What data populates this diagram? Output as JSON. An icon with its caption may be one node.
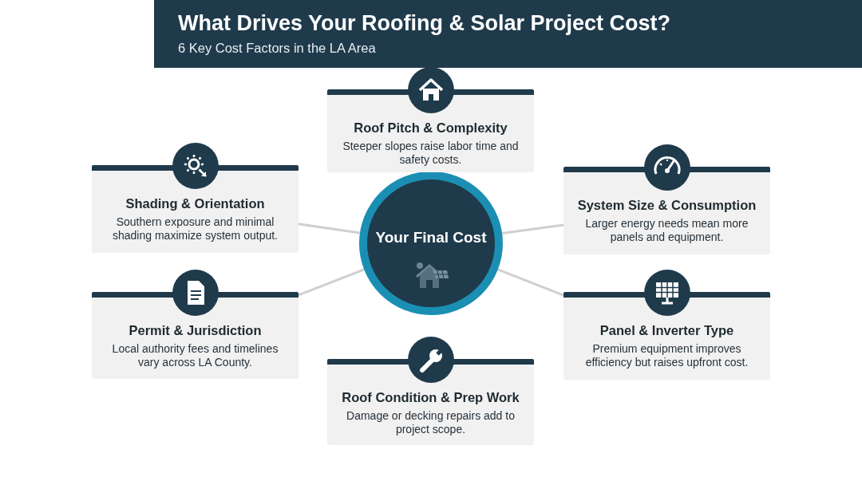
{
  "diagram": {
    "title": "What Drives Your Roofing & Solar Project Cost?",
    "nodes": [
      {
        "text": [
          "Your Final Cost"
        ]
      },
      {
        "text": [
          "Roof Pitch & Complexity",
          "Steeper slopes raise labor time and safety costs."
        ]
      },
      {
        "text": [
          "Shading & Orientation",
          "Southern exposure and minimal shading maximize system output."
        ]
      },
      {
        "text": [
          "System Size & Consumption",
          "Larger energy needs mean more panels and equipment."
        ]
      },
      {
        "text": [
          "Permit & Jurisdiction",
          "Local authority fees and timelines vary across LA County."
        ]
      },
      {
        "text": [
          "Panel & Inverter Type",
          "Premium equipment improves efficiency but raises upfront cost."
        ]
      },
      {
        "text": [
          "Roof Condition & Prep Work",
          "Damage or decking repairs add to project scope."
        ]
      }
    ],
    "edges": [
      {
        "from": 0,
        "to": 2,
        "arrow": "none"
      },
      {
        "from": 0,
        "to": 3,
        "arrow": "none"
      },
      {
        "from": 0,
        "to": 4,
        "arrow": "none"
      },
      {
        "from": 0,
        "to": 5,
        "arrow": "none"
      }
    ],
    "labels": [
      "6 Key Cost Factors in the LA Area"
    ]
  }
}
